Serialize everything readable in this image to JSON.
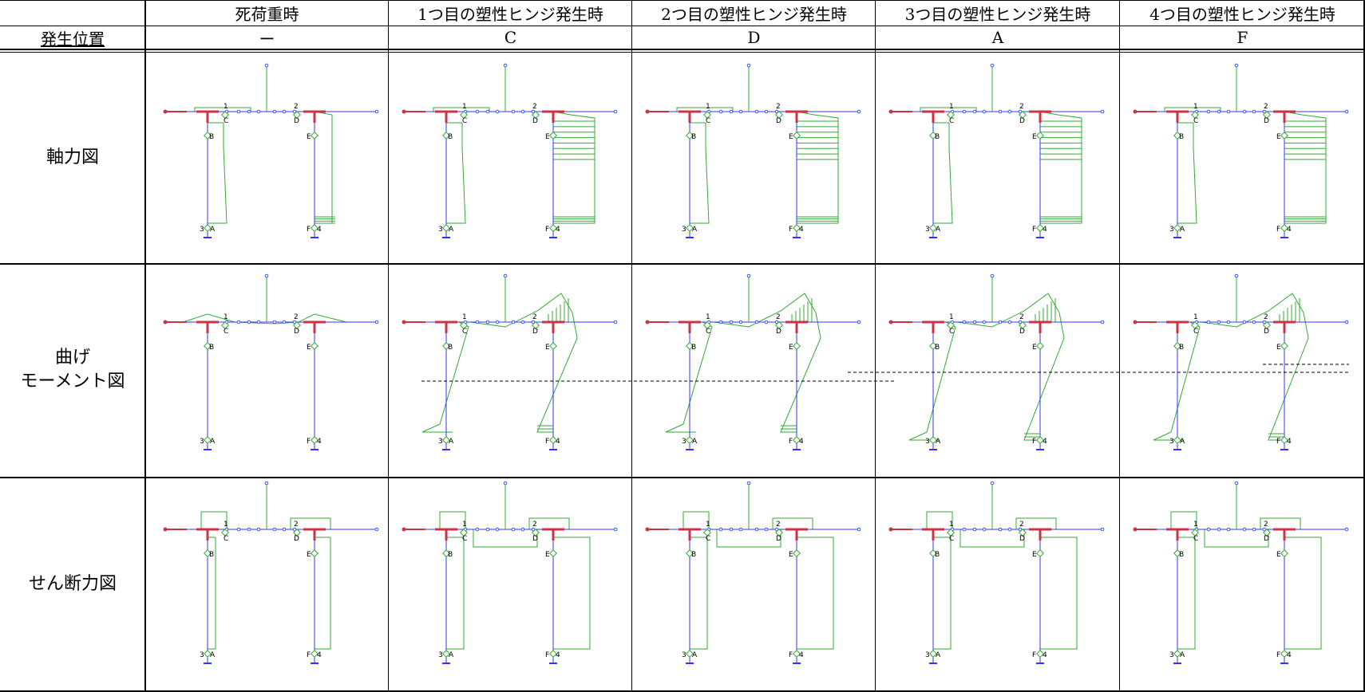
{
  "table": {
    "corner": "",
    "columns": [
      {
        "header": "死荷重時",
        "position": "ー"
      },
      {
        "header": "1つ目の塑性ヒンジ発生時",
        "position": "C"
      },
      {
        "header": "2つ目の塑性ヒンジ発生時",
        "position": "D"
      },
      {
        "header": "3つ目の塑性ヒンジ発生時",
        "position": "A"
      },
      {
        "header": "4つ目の塑性ヒンジ発生時",
        "position": "F"
      }
    ],
    "position_row_label": "発生位置",
    "rows": [
      {
        "key": "axial",
        "label_lines": [
          "軸力図"
        ]
      },
      {
        "key": "moment",
        "label_lines": [
          "曲げ",
          "モーメント図"
        ]
      },
      {
        "key": "shear",
        "label_lines": [
          "せん断力図"
        ]
      }
    ]
  },
  "node_labels": {
    "top_left": "1",
    "top_right": "2",
    "joint_C": "C",
    "joint_D": "D",
    "joint_B": "B",
    "joint_E": "E",
    "base_left_num": "3",
    "base_left": "A",
    "base_right_num": "4",
    "base_right": "F"
  },
  "colors": {
    "member": "#3333ff",
    "diagram": "#33aa33",
    "rigid_zone": "#cc3344",
    "node": "#3355ff",
    "grid": "#000000"
  }
}
